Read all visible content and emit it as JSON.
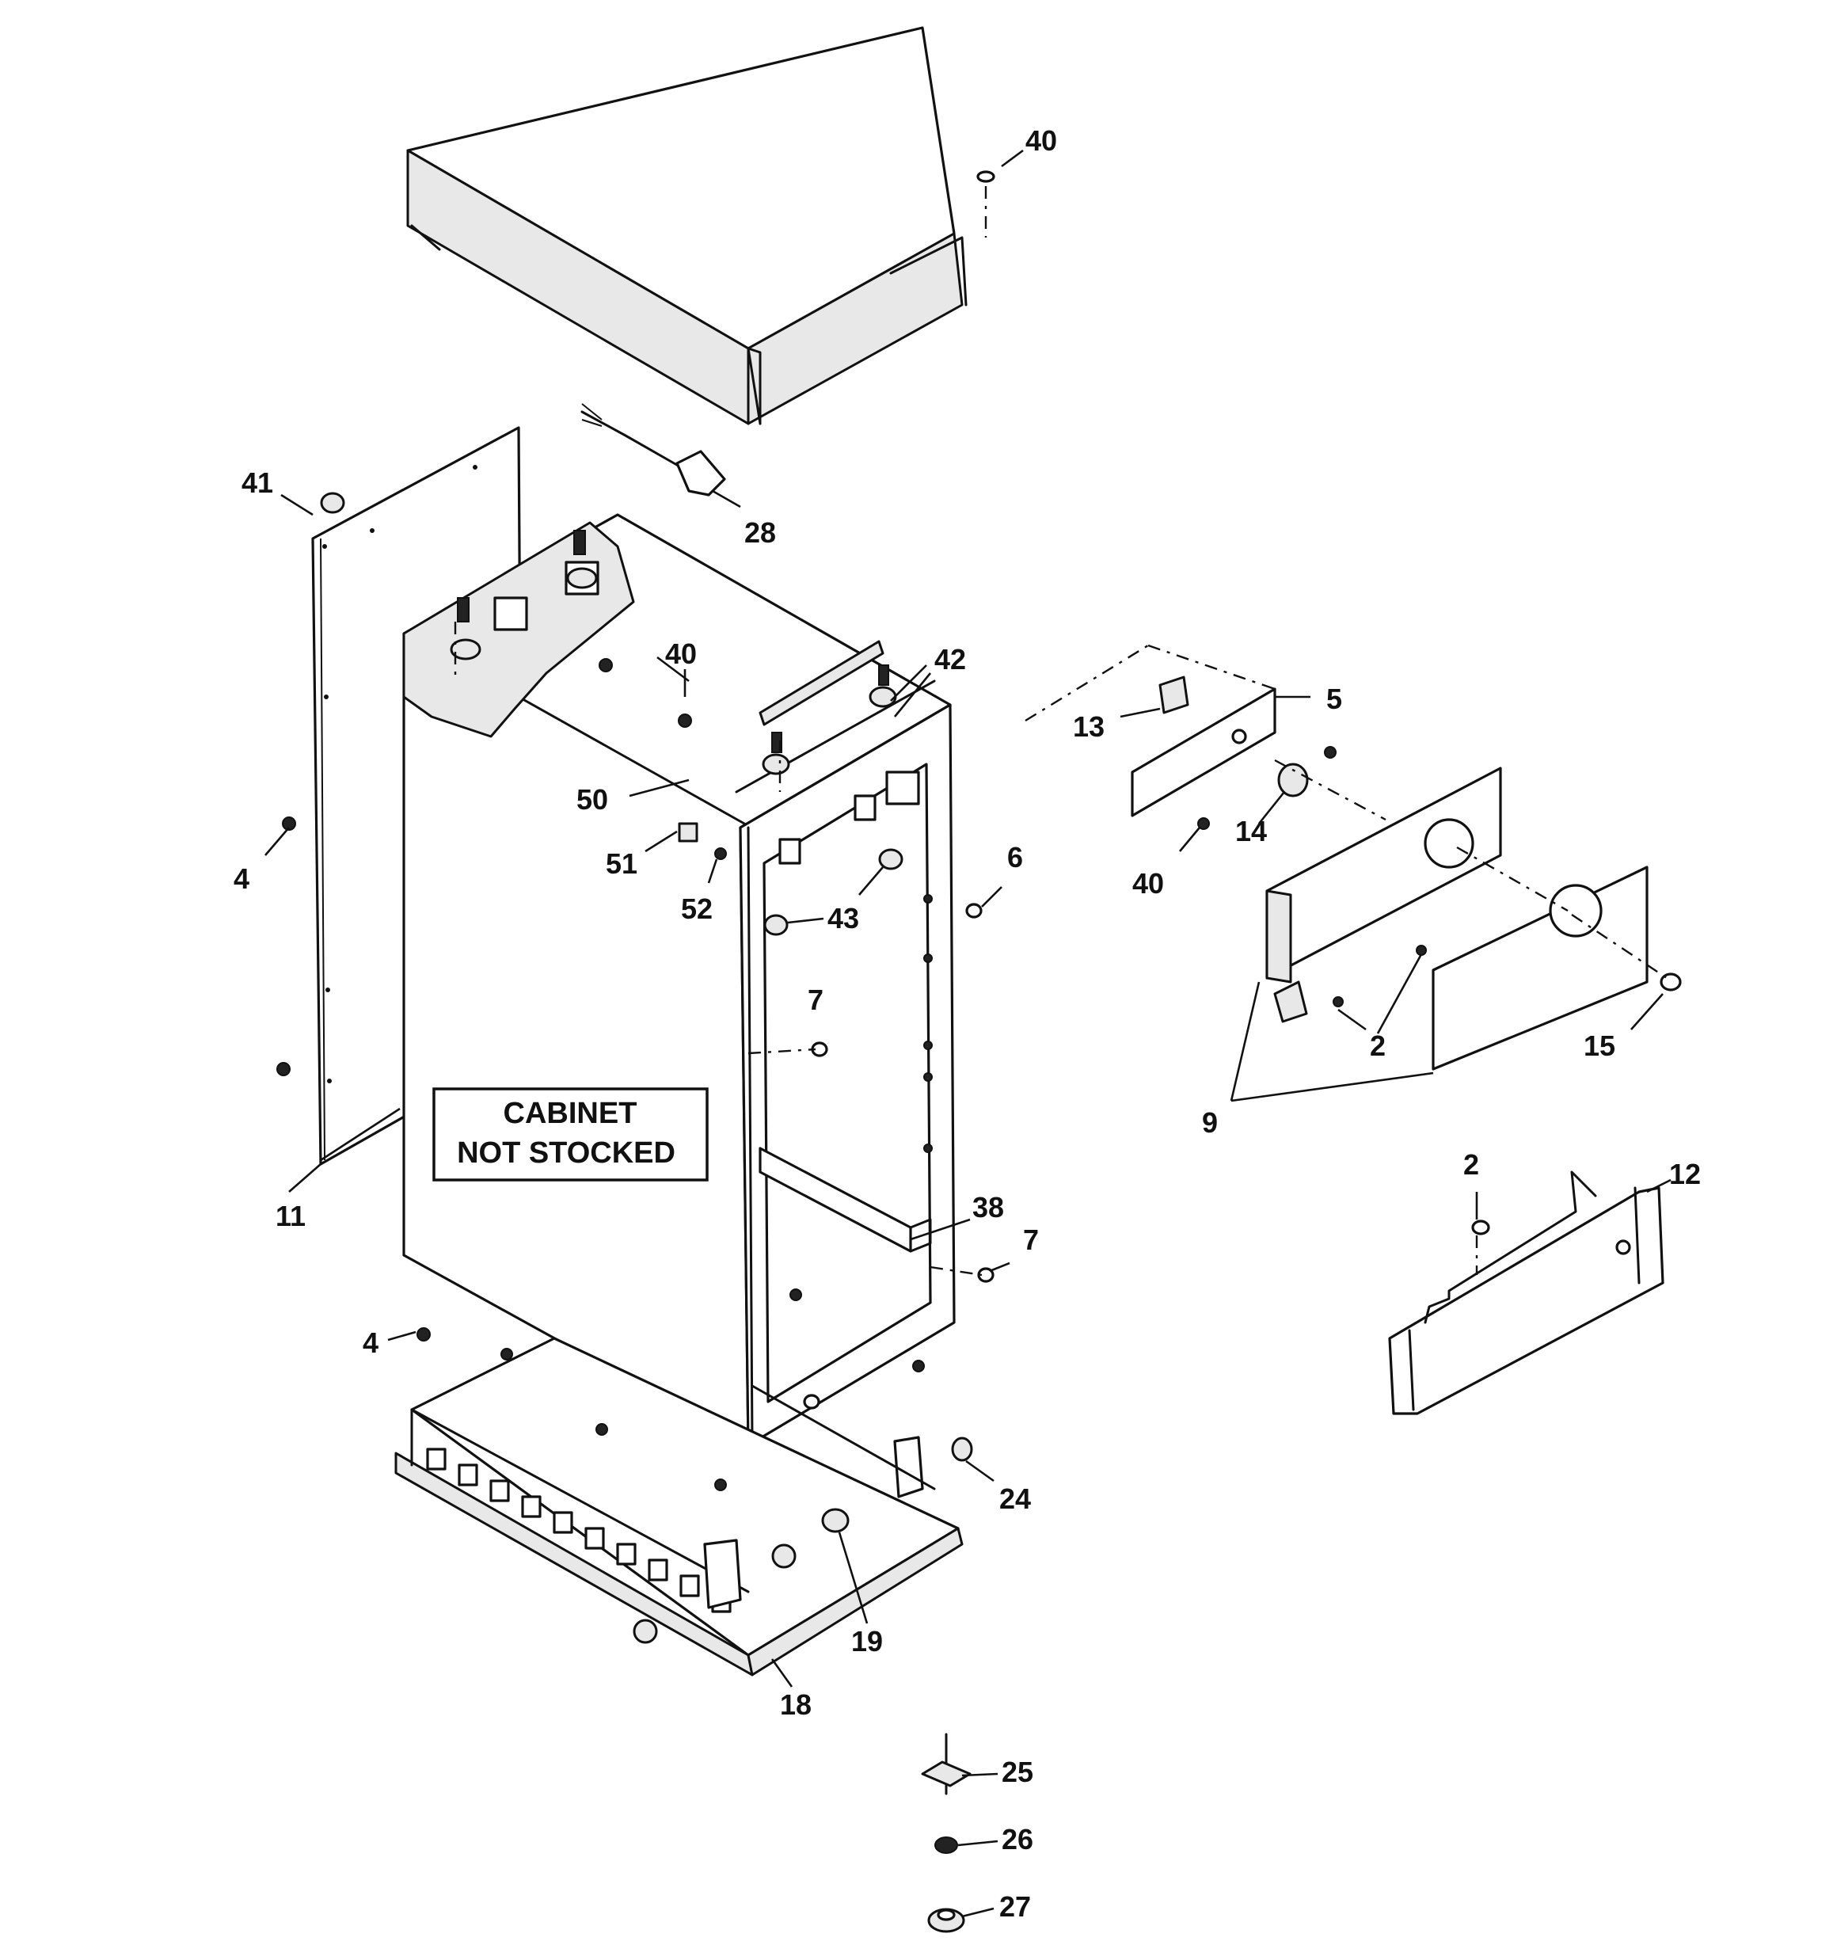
{
  "note": {
    "line1": "CABINET",
    "line2": "NOT STOCKED"
  },
  "callouts": {
    "c40_top": "40",
    "c41": "41",
    "c28": "28",
    "c40_mid": "40",
    "c40_b": "40",
    "c42": "42",
    "c5": "5",
    "c13": "13",
    "c14": "14",
    "c40_panel": "40",
    "c50": "50",
    "c51": "51",
    "c52": "52",
    "c4_left": "4",
    "c43": "43",
    "c6": "6",
    "c7_a": "7",
    "c2_a": "2",
    "c15": "15",
    "c9": "9",
    "c11": "11",
    "c2_b": "2",
    "c12": "12",
    "c38": "38",
    "c7_b": "7",
    "c4_bottom": "4",
    "c24": "24",
    "c19": "19",
    "c18": "18",
    "c25": "25",
    "c26": "26",
    "c27": "27"
  }
}
